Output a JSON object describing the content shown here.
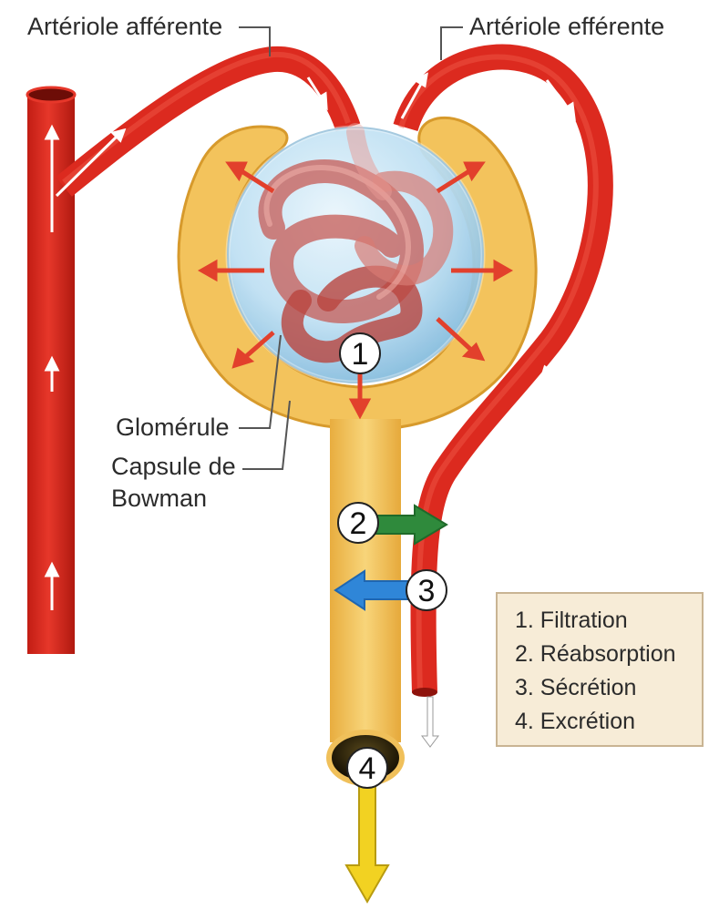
{
  "labels": {
    "afferent": "Artériole afférente",
    "efferent": "Artériole efférente",
    "glomerule": "Glomérule",
    "capsule_line1": "Capsule de",
    "capsule_line2": "Bowman"
  },
  "markers": [
    "1",
    "2",
    "3",
    "4"
  ],
  "legend": [
    "1. Filtration",
    "2. Réabsorption",
    "3. Sécrétion",
    "4. Excrétion"
  ],
  "colors": {
    "vessel": "#dc2a1f",
    "vessel_dark": "#b81c14",
    "tubule": "#f3c35c",
    "glomerulus_sphere": "#bfe0f3",
    "filtration_arrows": "#e2402c",
    "reabsorption_arrow": "#2f8a3c",
    "secretion_arrow": "#2f86d8",
    "excretion_arrow": "#f2d222",
    "legend_bg": "#f7ecd7",
    "legend_border": "#c9b493"
  }
}
